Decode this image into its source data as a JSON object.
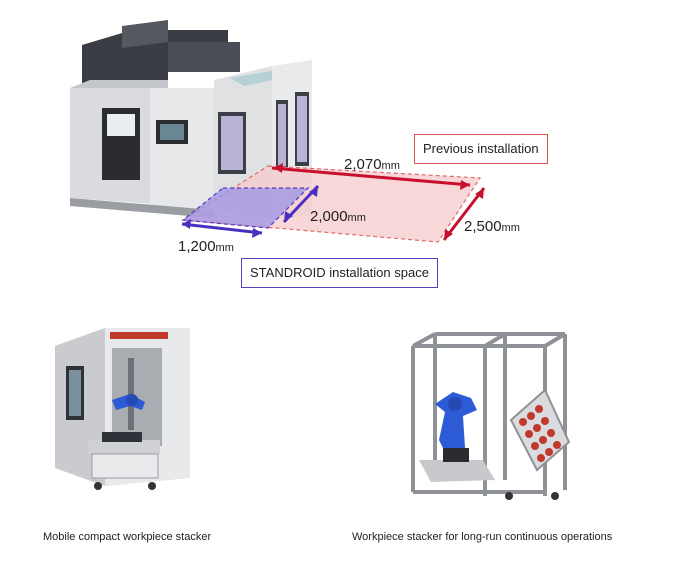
{
  "dimensions": {
    "previous_length": {
      "value": "2,070",
      "unit": "mm"
    },
    "previous_depth": {
      "value": "2,500",
      "unit": "mm"
    },
    "standroid_length": {
      "value": "2,000",
      "unit": "mm"
    },
    "standroid_depth": {
      "value": "1,200",
      "unit": "mm"
    }
  },
  "callouts": {
    "previous": "Previous installation",
    "standroid": "STANDROID installation space"
  },
  "captions": {
    "left": "Mobile compact workpiece stacker",
    "right": "Workpiece stacker for long-run continuous operations"
  },
  "colors": {
    "previous_zone": "#f6c9cb",
    "previous_line": "#c8102e",
    "standroid_zone": "#9b91e6",
    "standroid_line": "#4b2fbf"
  }
}
